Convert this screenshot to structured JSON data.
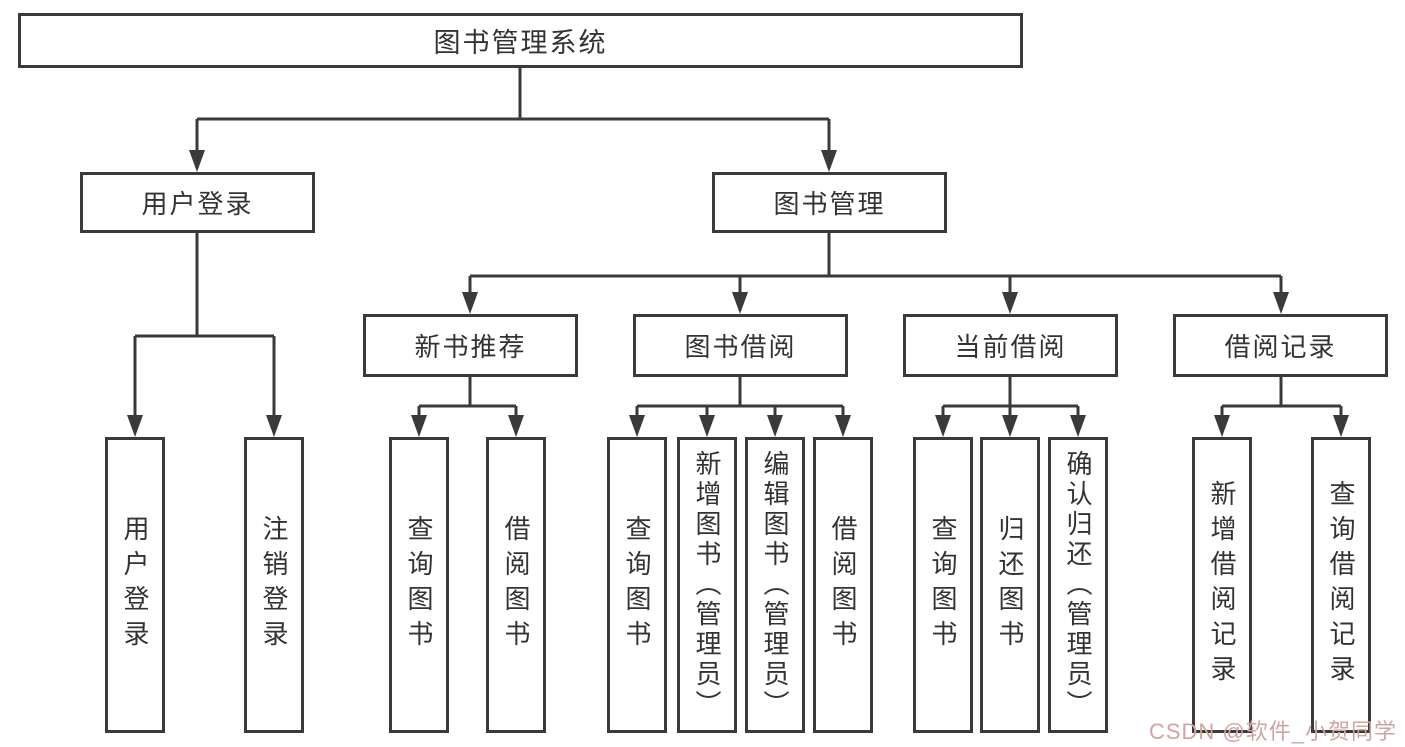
{
  "diagram_type": "hierarchy-tree",
  "hierarchy": {
    "label": "图书管理系统",
    "children": [
      {
        "label": "用户登录",
        "children": [
          {
            "label": "用户登录"
          },
          {
            "label": "注销登录"
          }
        ]
      },
      {
        "label": "图书管理",
        "children": [
          {
            "label": "新书推荐",
            "children": [
              {
                "label": "查询图书"
              },
              {
                "label": "借阅图书"
              }
            ]
          },
          {
            "label": "图书借阅",
            "children": [
              {
                "label": "查询图书"
              },
              {
                "label": "新增图书（管理员）"
              },
              {
                "label": "编辑图书（管理员）"
              },
              {
                "label": "借阅图书"
              }
            ]
          },
          {
            "label": "当前借阅",
            "children": [
              {
                "label": "查询图书"
              },
              {
                "label": "归还图书"
              },
              {
                "label": "确认归还（管理员）"
              }
            ]
          },
          {
            "label": "借阅记录",
            "children": [
              {
                "label": "新增借阅记录"
              },
              {
                "label": "查询借阅记录"
              }
            ]
          }
        ]
      }
    ]
  },
  "watermark": "CSDN @软件_小贺同学",
  "colors": {
    "line": "#3a3a3a",
    "text": "#333333",
    "box_fill": "#ffffff",
    "watermark": "#cfa5a0"
  }
}
